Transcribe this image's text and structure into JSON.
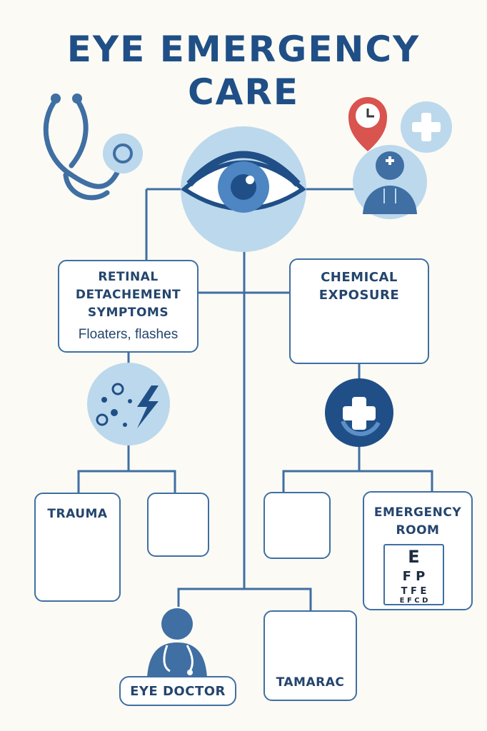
{
  "title": {
    "line1": "EYE EMERGENCY",
    "line2": "CARE"
  },
  "retinal": {
    "line1": "RETINAL",
    "line2": "DETACHEMENT",
    "line3": "SYMPTOMS",
    "detail": "Floaters, flashes"
  },
  "chemical": {
    "line1": "CHEMICAL",
    "line2": "EXPOSURE"
  },
  "trauma": {
    "label": "TRAUMA"
  },
  "emergency_room": {
    "line1": "EMERGENCY",
    "line2": "ROOM",
    "chart_rows": [
      "E",
      "F P",
      "T F E",
      "E F C D"
    ]
  },
  "eye_doctor": {
    "label": "EYE DOCTOR"
  },
  "location": {
    "label": "TAMARAC"
  },
  "colors": {
    "primary": "#1f4f86",
    "light": "#bcd8ec",
    "line": "#3f6fa3",
    "alert": "#d9534f"
  }
}
